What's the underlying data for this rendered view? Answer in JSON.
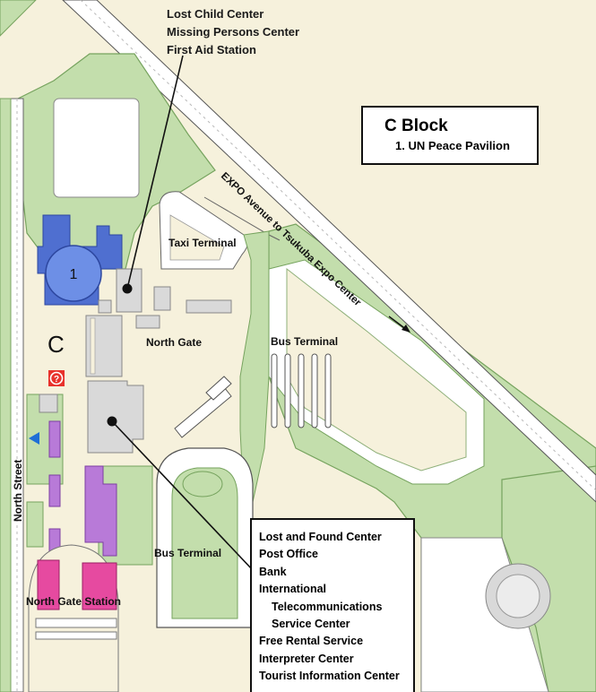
{
  "map": {
    "block_panel": {
      "title": "C Block",
      "items": [
        "1.  UN Peace Pavilion"
      ]
    },
    "top_callout": [
      "Lost Child Center",
      "Missing Persons Center",
      "First Aid Station"
    ],
    "service_callout": [
      "Lost and Found Center",
      "Post Office",
      "Bank",
      "International",
      "Telecommunications",
      "Service Center",
      "Free Rental Service",
      "Interpreter Center",
      "Tourist Information Center"
    ],
    "labels": {
      "taxi_terminal": "Taxi Terminal",
      "north_gate": "North Gate",
      "bus_terminal_right": "Bus Terminal",
      "bus_terminal_bottom": "Bus Terminal",
      "north_gate_station": "North Gate Station",
      "north_street": "North Street",
      "expo_avenue": "EXPO Avenue to Tsukuba Expo Center",
      "block_letter": "C",
      "pavilion_number": "1"
    },
    "colors": {
      "background": "#f6f1dc",
      "green": "#c3deac",
      "green_edge": "#76a35e",
      "road": "#ffffff",
      "grey_building": "#d9d9d9",
      "pavilion_blue": "#4f6fd0",
      "purple": "#b87ad8",
      "magenta": "#e64aa0",
      "help_red": "#e8322c",
      "arrow_blue": "#1f6fd6"
    },
    "icons": {
      "help_marker": "question-icon",
      "direction_marker": "triangle-left-icon",
      "road_arrow": "arrow-right-icon"
    }
  }
}
